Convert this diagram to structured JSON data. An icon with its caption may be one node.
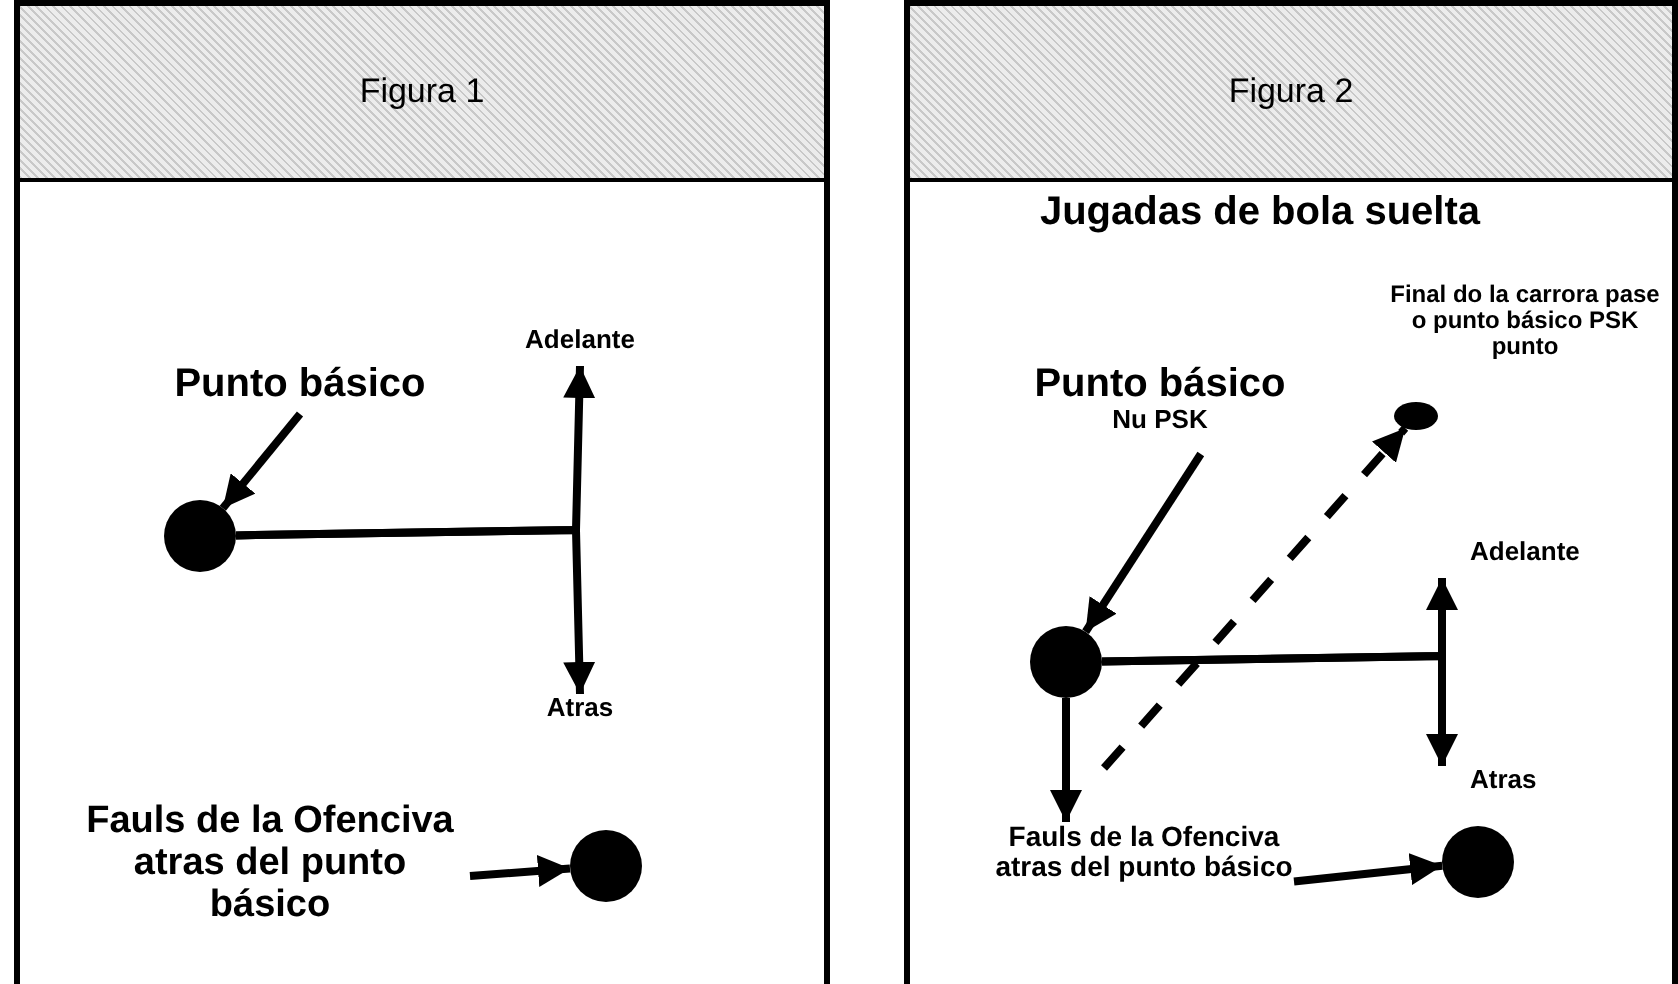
{
  "diagram": {
    "nodes": [
      {
        "text": [
          "Figura 1"
        ]
      },
      {
        "text": [
          "Punto básico"
        ],
        "in": 0
      },
      {
        "text": [],
        "shape": "circle",
        "in": 0
      },
      {
        "text": [
          "Adelante"
        ],
        "in": 0
      },
      {
        "text": [
          "Atras"
        ],
        "in": 0
      },
      {
        "text": [
          "Fauls de la Ofenciva atras del punto básico"
        ],
        "in": 0
      },
      {
        "text": [],
        "shape": "circle",
        "in": 0
      },
      {
        "text": [
          "Figura 2",
          "Jugadas de bola suelta"
        ]
      },
      {
        "text": [
          "Punto básico",
          "Nu PSK"
        ],
        "in": 7
      },
      {
        "text": [
          "Final do la carrora pase o punto básico PSK punto"
        ],
        "in": 7
      },
      {
        "text": [],
        "shape": "circle",
        "in": 7
      },
      {
        "text": [],
        "shape": "circle",
        "in": 7
      },
      {
        "text": [
          "Adelante"
        ],
        "in": 7
      },
      {
        "text": [
          "Atras"
        ],
        "in": 7
      },
      {
        "text": [
          "Fauls de la Ofenciva atras del punto básico"
        ],
        "in": 7
      },
      {
        "text": [],
        "shape": "circle",
        "in": 7
      }
    ],
    "edges": [
      {
        "from": 1,
        "to": 2,
        "arrow": "to"
      },
      {
        "from": 2,
        "to": 3,
        "arrow": "to"
      },
      {
        "from": 2,
        "to": 4,
        "arrow": "to"
      },
      {
        "from": 5,
        "to": 6,
        "arrow": "to"
      },
      {
        "from": 8,
        "to": 11,
        "arrow": "to"
      },
      {
        "from": null,
        "to": 10,
        "arrow": "to",
        "style": "dashed"
      },
      {
        "from": 11,
        "to": 12,
        "arrow": "to"
      },
      {
        "from": 11,
        "to": 13,
        "arrow": "to"
      },
      {
        "from": 11,
        "to": 14,
        "arrow": "to"
      },
      {
        "from": 14,
        "to": 15,
        "arrow": "to"
      }
    ]
  }
}
